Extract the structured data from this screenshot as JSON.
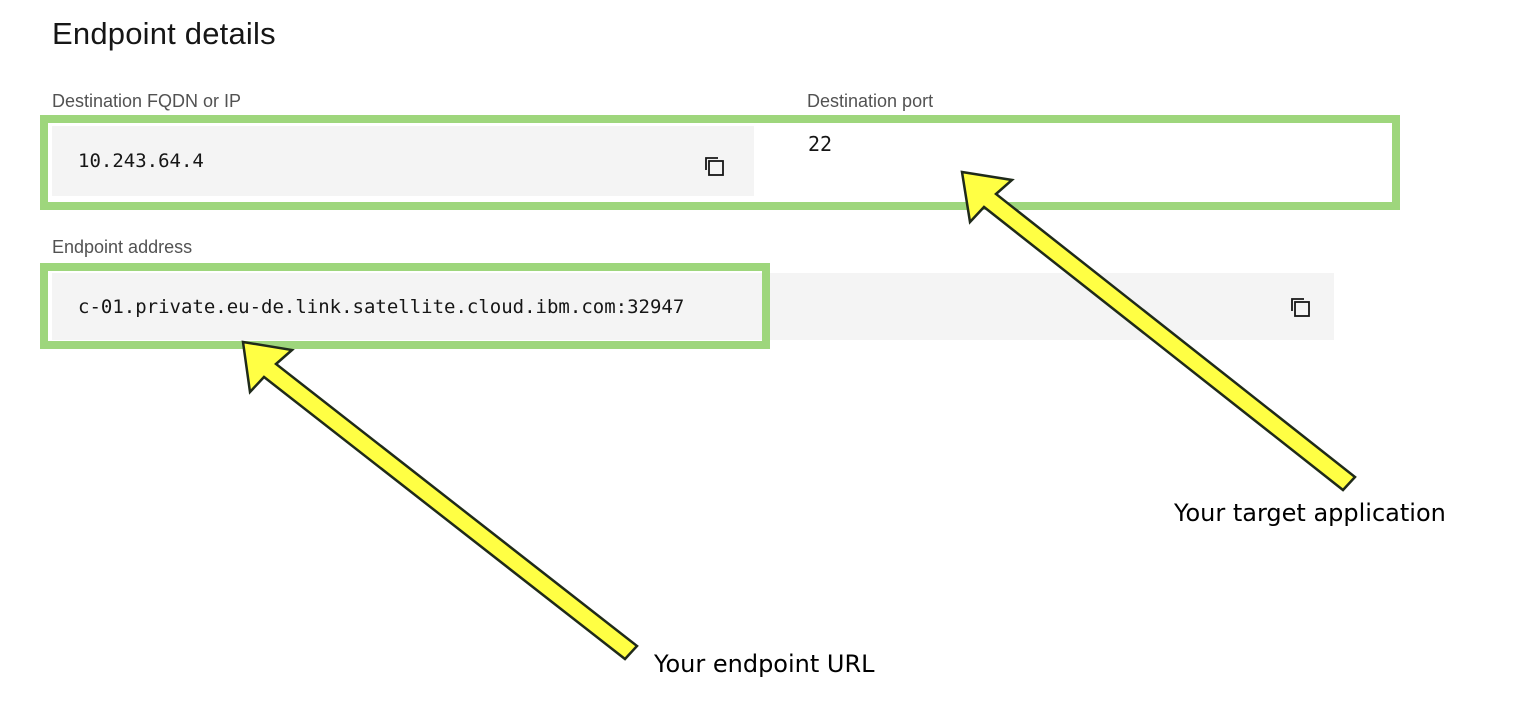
{
  "section": {
    "title": "Endpoint details"
  },
  "destination": {
    "fqdn_label": "Destination FQDN or IP",
    "fqdn_value": "10.243.64.4",
    "port_label": "Destination port",
    "port_value": "22"
  },
  "endpoint": {
    "address_label": "Endpoint address",
    "address_value": "c-01.private.eu-de.link.satellite.cloud.ibm.com:32947"
  },
  "annotations": {
    "target_application": "Your target application",
    "endpoint_url": "Your endpoint URL"
  },
  "colors": {
    "highlight": "#9ed67c",
    "arrow_fill": "#ffff44",
    "arrow_stroke": "#1f2a1a",
    "field_bg": "#f4f4f4"
  },
  "icons": {
    "copy": "copy-icon"
  }
}
